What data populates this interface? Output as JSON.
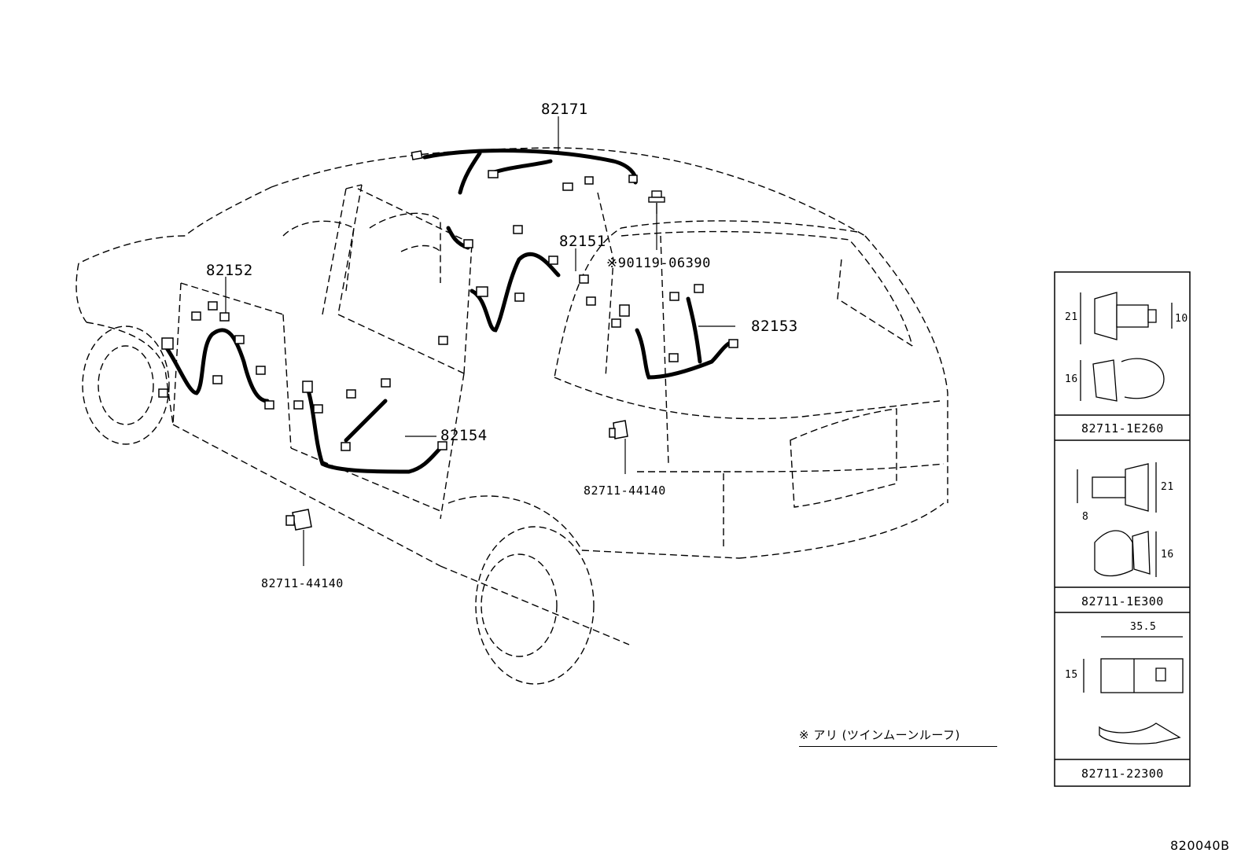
{
  "diagram_code": "820040B",
  "parts": {
    "roof_harness": "82171",
    "front_door_harness": "82152",
    "rear_door_harness_upper": "82151",
    "bolt_ref": "※90119-06390",
    "back_door_harness": "82153",
    "rear_door_harness_lower": "82154",
    "clamp_center": "82711-44140",
    "clamp_front": "82711-44140"
  },
  "note": "※ アリ (ツインムーンルーフ)",
  "details": [
    {
      "part": "82711-1E260",
      "dims": [
        "21",
        "10",
        "16"
      ]
    },
    {
      "part": "82711-1E300",
      "dims": [
        "8",
        "21",
        "16"
      ]
    },
    {
      "part": "82711-22300",
      "dims": [
        "35.5",
        "15"
      ]
    }
  ]
}
